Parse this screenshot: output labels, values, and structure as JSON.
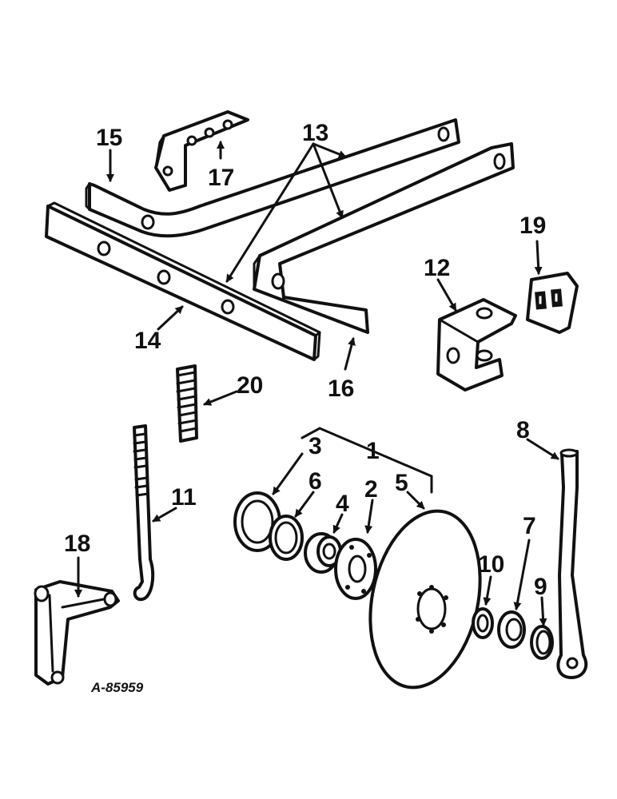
{
  "diagram": {
    "code": "A-85959",
    "callouts": {
      "c1": "1",
      "c2": "2",
      "c3": "3",
      "c4": "4",
      "c5": "5",
      "c6": "6",
      "c7": "7",
      "c8": "8",
      "c9": "9",
      "c10": "10",
      "c11": "11",
      "c12": "12",
      "c13": "13",
      "c14": "14",
      "c15": "15",
      "c16": "16",
      "c17": "17",
      "c18": "18",
      "c19": "19",
      "c20": "20"
    }
  }
}
